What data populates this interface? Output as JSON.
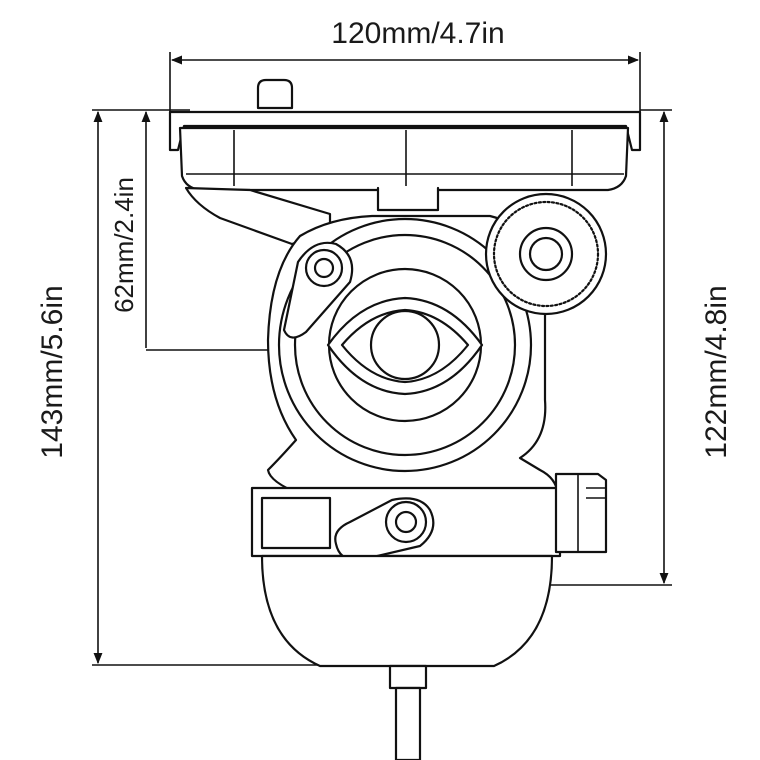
{
  "dimensions": {
    "width_label": "120mm/4.7in",
    "height_total_label": "143mm/5.6in",
    "height_pivot_label": "62mm/2.4in",
    "height_base_label": "122mm/4.8in"
  },
  "colors": {
    "line": "#111111",
    "background": "#ffffff"
  }
}
